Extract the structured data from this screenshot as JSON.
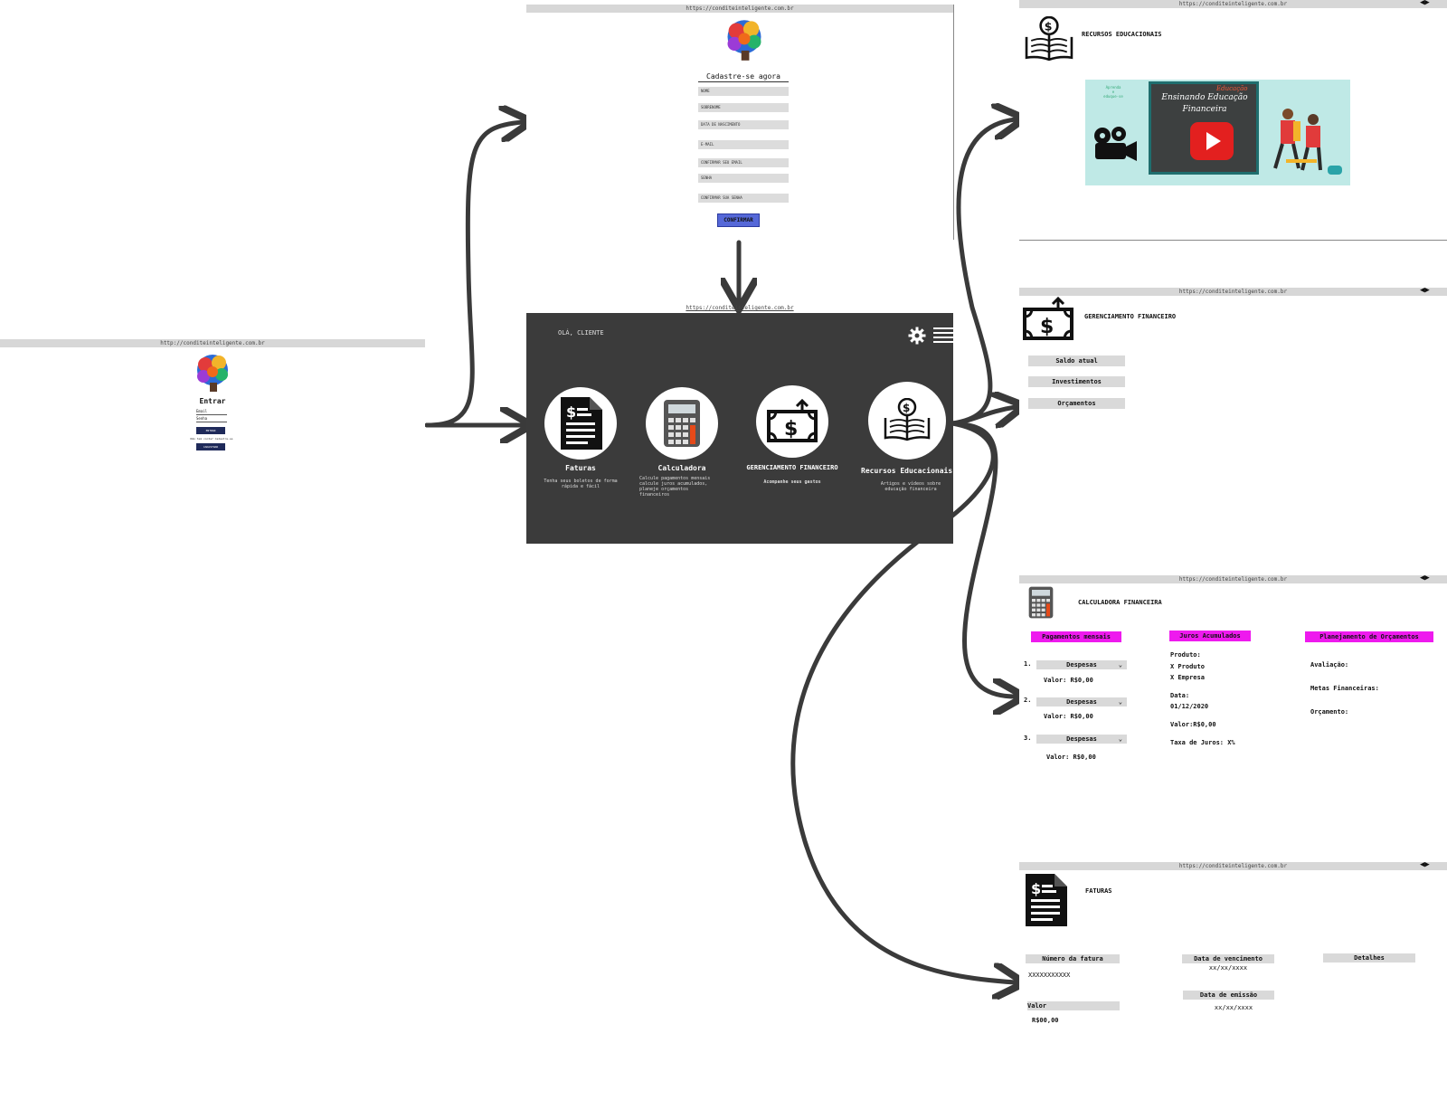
{
  "login": {
    "url": "http://conditeinteligente.com.br",
    "title": "Entrar",
    "field1": "Email",
    "field2": "Senha",
    "button1": "ENTRAR",
    "link": "Não tem conta? Cadastre-se",
    "button2": "CADASTRAR"
  },
  "cadastro": {
    "url": "https://conditeinteligente.com.br",
    "title": "Cadastre-se agora",
    "fields": [
      "NOME",
      "SOBRENOME",
      "DATA DE NASCIMENTO",
      "E-MAIL",
      "CONFIRMAR SEU EMAIL",
      "SENHA",
      "CONFIRMAR SUA SENHA"
    ],
    "confirm": "CONFIRMAR"
  },
  "dashboard": {
    "url": "https://conditeinteligente.com.br",
    "greeting": "OLÁ, CLIENTE",
    "items": [
      {
        "title": "Faturas",
        "desc": "Tenha seus boletos de forma\nrápida e fácil"
      },
      {
        "title": "Calculadora",
        "desc": "Calcule pagamentos mensais\ncalcule juros acumulados,\nplaneje orçamentos\nfinanceiros"
      },
      {
        "title": "GERENCIAMENTO FINANCEIRO",
        "desc": "Acompanhe seus gastos"
      },
      {
        "title": "Recursos Educacionais",
        "desc": "Artigos e vídeos sobre\neducação financeira"
      }
    ]
  },
  "recursos": {
    "url": "https://conditeinteligente.com.br",
    "title": "RECURSOS EDUCACIONAIS",
    "video_line1": "Ensinando Educação",
    "video_line2": "Financeira",
    "video_tag": "Educação",
    "side_text": "Aprenda\ne\neduque-se"
  },
  "gerenciamento": {
    "url": "https://conditeinteligente.com.br",
    "title": "GERENCIAMENTO FINANCEIRO",
    "buttons": [
      "Saldo atual",
      "Investimentos",
      "Orçamentos"
    ]
  },
  "calculadora": {
    "url": "https://conditeinteligente.com.br",
    "title": "CALCULADORA FINANCEIRA",
    "col1_header": "Pagamentos mensais",
    "col2_header": "Juros Acumulados",
    "col3_header": "Planejamento de Orçamentos",
    "rows": [
      {
        "num": "1.",
        "select": "Despesas",
        "value": "Valor: R$0,00"
      },
      {
        "num": "2.",
        "select": "Despesas",
        "value": "Valor: R$0,00"
      },
      {
        "num": "3.",
        "select": "Despesas",
        "value": "Valor: R$0,00"
      }
    ],
    "produto_label": "Produto:",
    "produto1": "X Produto",
    "produto2": "X Empresa",
    "data_label": "Data:",
    "data_value": "01/12/2020",
    "valor": "Valor:R$0,00",
    "taxa": "Taxa de Juros: X%",
    "avaliacao": "Avaliação:",
    "metas": "Metas Financeiras:",
    "orcamento": "Orçamento:"
  },
  "faturas": {
    "url": "https://conditeinteligente.com.br",
    "title": "FATURAS",
    "numero_label": "Número da fatura",
    "numero_value": "XXXXXXXXXXX",
    "venc_label": "Data de vencimento",
    "venc_value": "xx/xx/xxxx",
    "detalhes": "Detalhes",
    "emissao_label": "Data de emissão",
    "emissao_value": "xx/xx/xxxx",
    "valor_label": "Valor",
    "valor_value": "R$00,00"
  },
  "colors": {
    "dark": "#3b3b3b",
    "magenta": "#ee1aee",
    "navy": "#1f2a5a",
    "confirm": "#5568d8",
    "arrow": "#3a3a3a"
  }
}
